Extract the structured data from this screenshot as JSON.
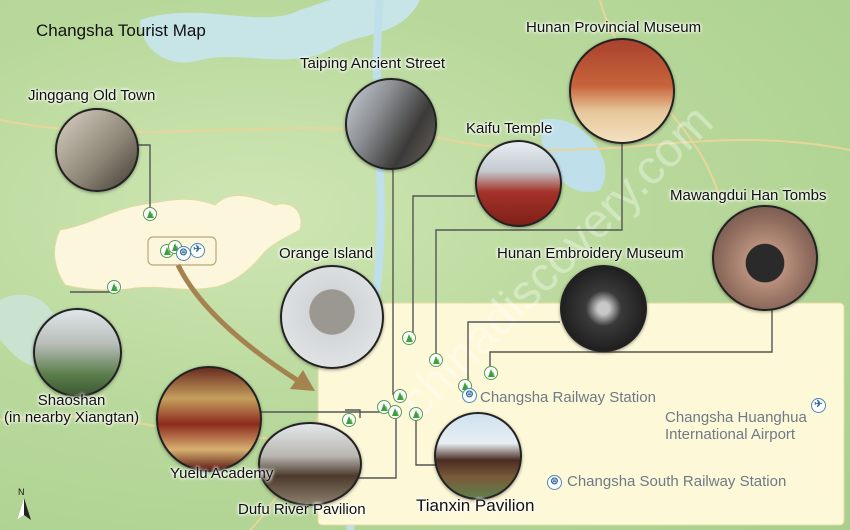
{
  "map": {
    "title": "Changsha Tourist Map",
    "watermark": "chinadiscovery.com",
    "north_label": "N",
    "colors": {
      "land": "#b9d99c",
      "water": "#bfe0ea",
      "highlight_area": "#fdf8d8",
      "connector_lines": "#555555",
      "arrow": "#a5834f",
      "station_text": "#6e7a86"
    },
    "attractions": [
      {
        "name": "Jinggang Old Town",
        "icon": "mountain-pin-icon"
      },
      {
        "name": "Taiping Ancient Street",
        "icon": "mountain-pin-icon"
      },
      {
        "name": "Hunan Provincial Museum",
        "icon": "mountain-pin-icon"
      },
      {
        "name": "Kaifu Temple",
        "icon": "mountain-pin-icon"
      },
      {
        "name": "Mawangdui Han Tombs",
        "icon": "mountain-pin-icon"
      },
      {
        "name": "Orange Island",
        "icon": "mountain-pin-icon"
      },
      {
        "name": "Hunan Embroidery Museum",
        "icon": "mountain-pin-icon"
      },
      {
        "name": "Shaoshan\n(in nearby Xiangtan)",
        "icon": "mountain-pin-icon"
      },
      {
        "name": "Yuelu Academy",
        "icon": "mountain-pin-icon"
      },
      {
        "name": "Dufu River Pavilion",
        "icon": "mountain-pin-icon"
      },
      {
        "name": "Tianxin Pavilion",
        "icon": "mountain-pin-icon"
      }
    ],
    "transport": [
      {
        "name": "Changsha Railway Station",
        "icon": "train-station-icon"
      },
      {
        "name": "Changsha Huanghua\nInternational Airport",
        "icon": "airplane-icon"
      },
      {
        "name": "Changsha South Railway Station",
        "icon": "train-station-icon"
      }
    ]
  }
}
